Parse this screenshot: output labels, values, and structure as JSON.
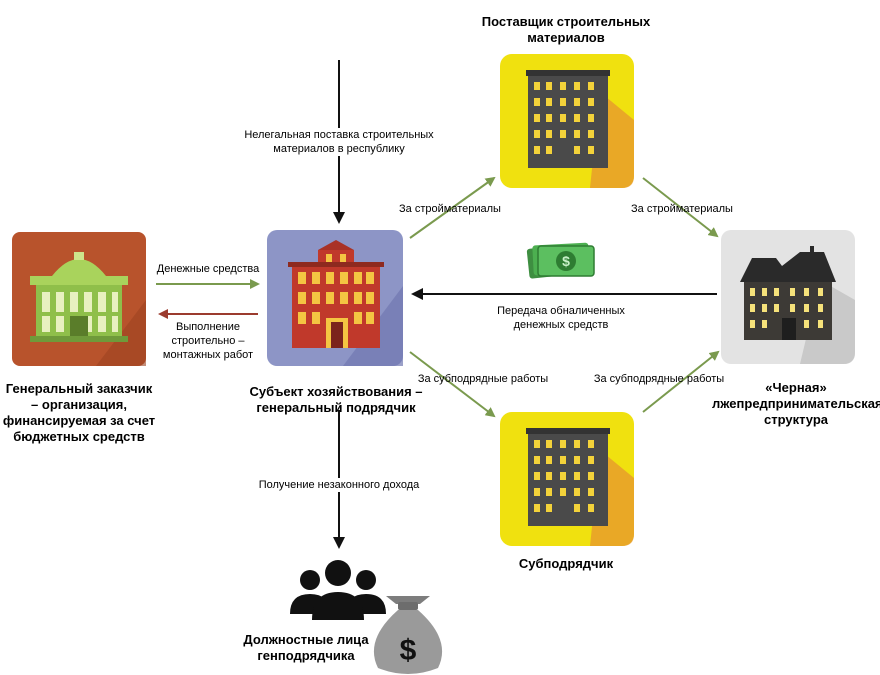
{
  "nodes": {
    "general_customer": {
      "title_lines": [
        "Генеральный заказчик",
        "– организация,",
        "финансируемая за счет",
        "бюджетных средств"
      ],
      "icon": "government-building-icon",
      "tile_color": "#b8532c"
    },
    "contractor": {
      "title_lines": [
        "Субъект хозяйствования –",
        "генеральный подрядчик"
      ],
      "icon": "office-building-icon",
      "tile_color": "#8d95c6"
    },
    "supplier": {
      "title_lines": [
        "Поставщик строительных",
        "материалов"
      ],
      "icon": "skyscraper-icon",
      "tile_color": "#f0e10f"
    },
    "subcontractor": {
      "title_lines": [
        "Субподрядчик"
      ],
      "icon": "skyscraper-icon",
      "tile_color": "#f0e10f"
    },
    "black_structure": {
      "title_lines": [
        "«Черная»",
        "лжепредпринимательская",
        "структура"
      ],
      "icon": "mansion-icon",
      "tile_color": "#e3e3e3"
    },
    "officials": {
      "title_lines": [
        "Должностные лица",
        "генподрядчика"
      ],
      "icon": "people-group-icon"
    }
  },
  "edges": {
    "illegal_supply": [
      "Нелегальная поставка строительных",
      "материалов в республику"
    ],
    "money": [
      "Денежные средства"
    ],
    "works": [
      "Выполнение",
      "строительно –",
      "монтажных работ"
    ],
    "materials_in": [
      "За стройматериалы"
    ],
    "materials_out": [
      "За стройматериалы"
    ],
    "cash_back": [
      "Передача обналиченных",
      "денежных средств"
    ],
    "sub_in": [
      "За субподрядные работы"
    ],
    "sub_out": [
      "За субподрядные работы"
    ],
    "income": [
      "Получение незаконного дохода"
    ]
  },
  "colors": {
    "arrow_green": "#7a9a4e",
    "arrow_red": "#9b3b2e",
    "arrow_black": "#111111",
    "money_green": "#4caf50",
    "bag": "#9a9a9a"
  },
  "icons": [
    "money-bills-icon",
    "money-bag-icon",
    "dollar-sign-icon"
  ]
}
